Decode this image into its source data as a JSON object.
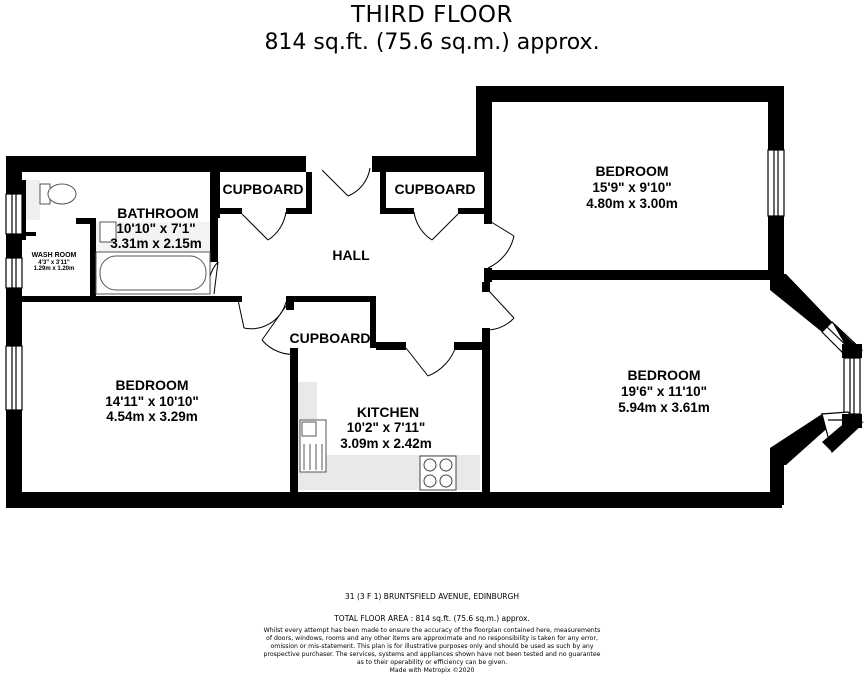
{
  "header": {
    "floor": "THIRD FLOOR",
    "area": "814 sq.ft. (75.6 sq.m.) approx."
  },
  "rooms": {
    "bedroom_top_right": {
      "name": "BEDROOM",
      "imperial": "15'9\"  x 9'10\"",
      "metric": "4.80m  x 3.00m"
    },
    "bedroom_right": {
      "name": "BEDROOM",
      "imperial": "19'6\"  x 11'10\"",
      "metric": "5.94m  x 3.61m"
    },
    "bedroom_left": {
      "name": "BEDROOM",
      "imperial": "14'11\"  x 10'10\"",
      "metric": "4.54m  x 3.29m"
    },
    "kitchen": {
      "name": "KITCHEN",
      "imperial": "10'2\"  x 7'11\"",
      "metric": "3.09m  x 2.42m"
    },
    "bathroom": {
      "name": "BATHROOM",
      "imperial": "10'10\"  x 7'1\"",
      "metric": "3.31m  x 2.15m"
    },
    "wash_room": {
      "name": "WASH ROOM",
      "imperial": "4'3\" x 3'11\"",
      "metric": "1.29m x 1.20m"
    },
    "hall": {
      "name": "HALL"
    },
    "cupboard_1": {
      "name": "CUPBOARD"
    },
    "cupboard_2": {
      "name": "CUPBOARD"
    },
    "cupboard_3": {
      "name": "CUPBOARD"
    }
  },
  "footer": {
    "address": "31 (3 F 1) BRUNTSFIELD AVENUE, EDINBURGH",
    "total_area": "TOTAL FLOOR AREA : 814 sq.ft. (75.6 sq.m.) approx.",
    "disclaimer": "Whilst every attempt has been made to ensure the accuracy of the floorplan contained here, measurements of doors, windows, rooms and any other items are approximate and no responsibility is taken for any error, omission or mis-statement. This plan is for illustrative purposes only and should be used as such by any prospective purchaser. The services, systems and appliances shown have not been tested and no guarantee as to their operability or efficiency can be given.",
    "credit": "Made with Metropix ©2020"
  },
  "colors": {
    "wall": "#000000",
    "fixture_fill": "#e9e9e9",
    "fixture_stroke": "#555555"
  }
}
